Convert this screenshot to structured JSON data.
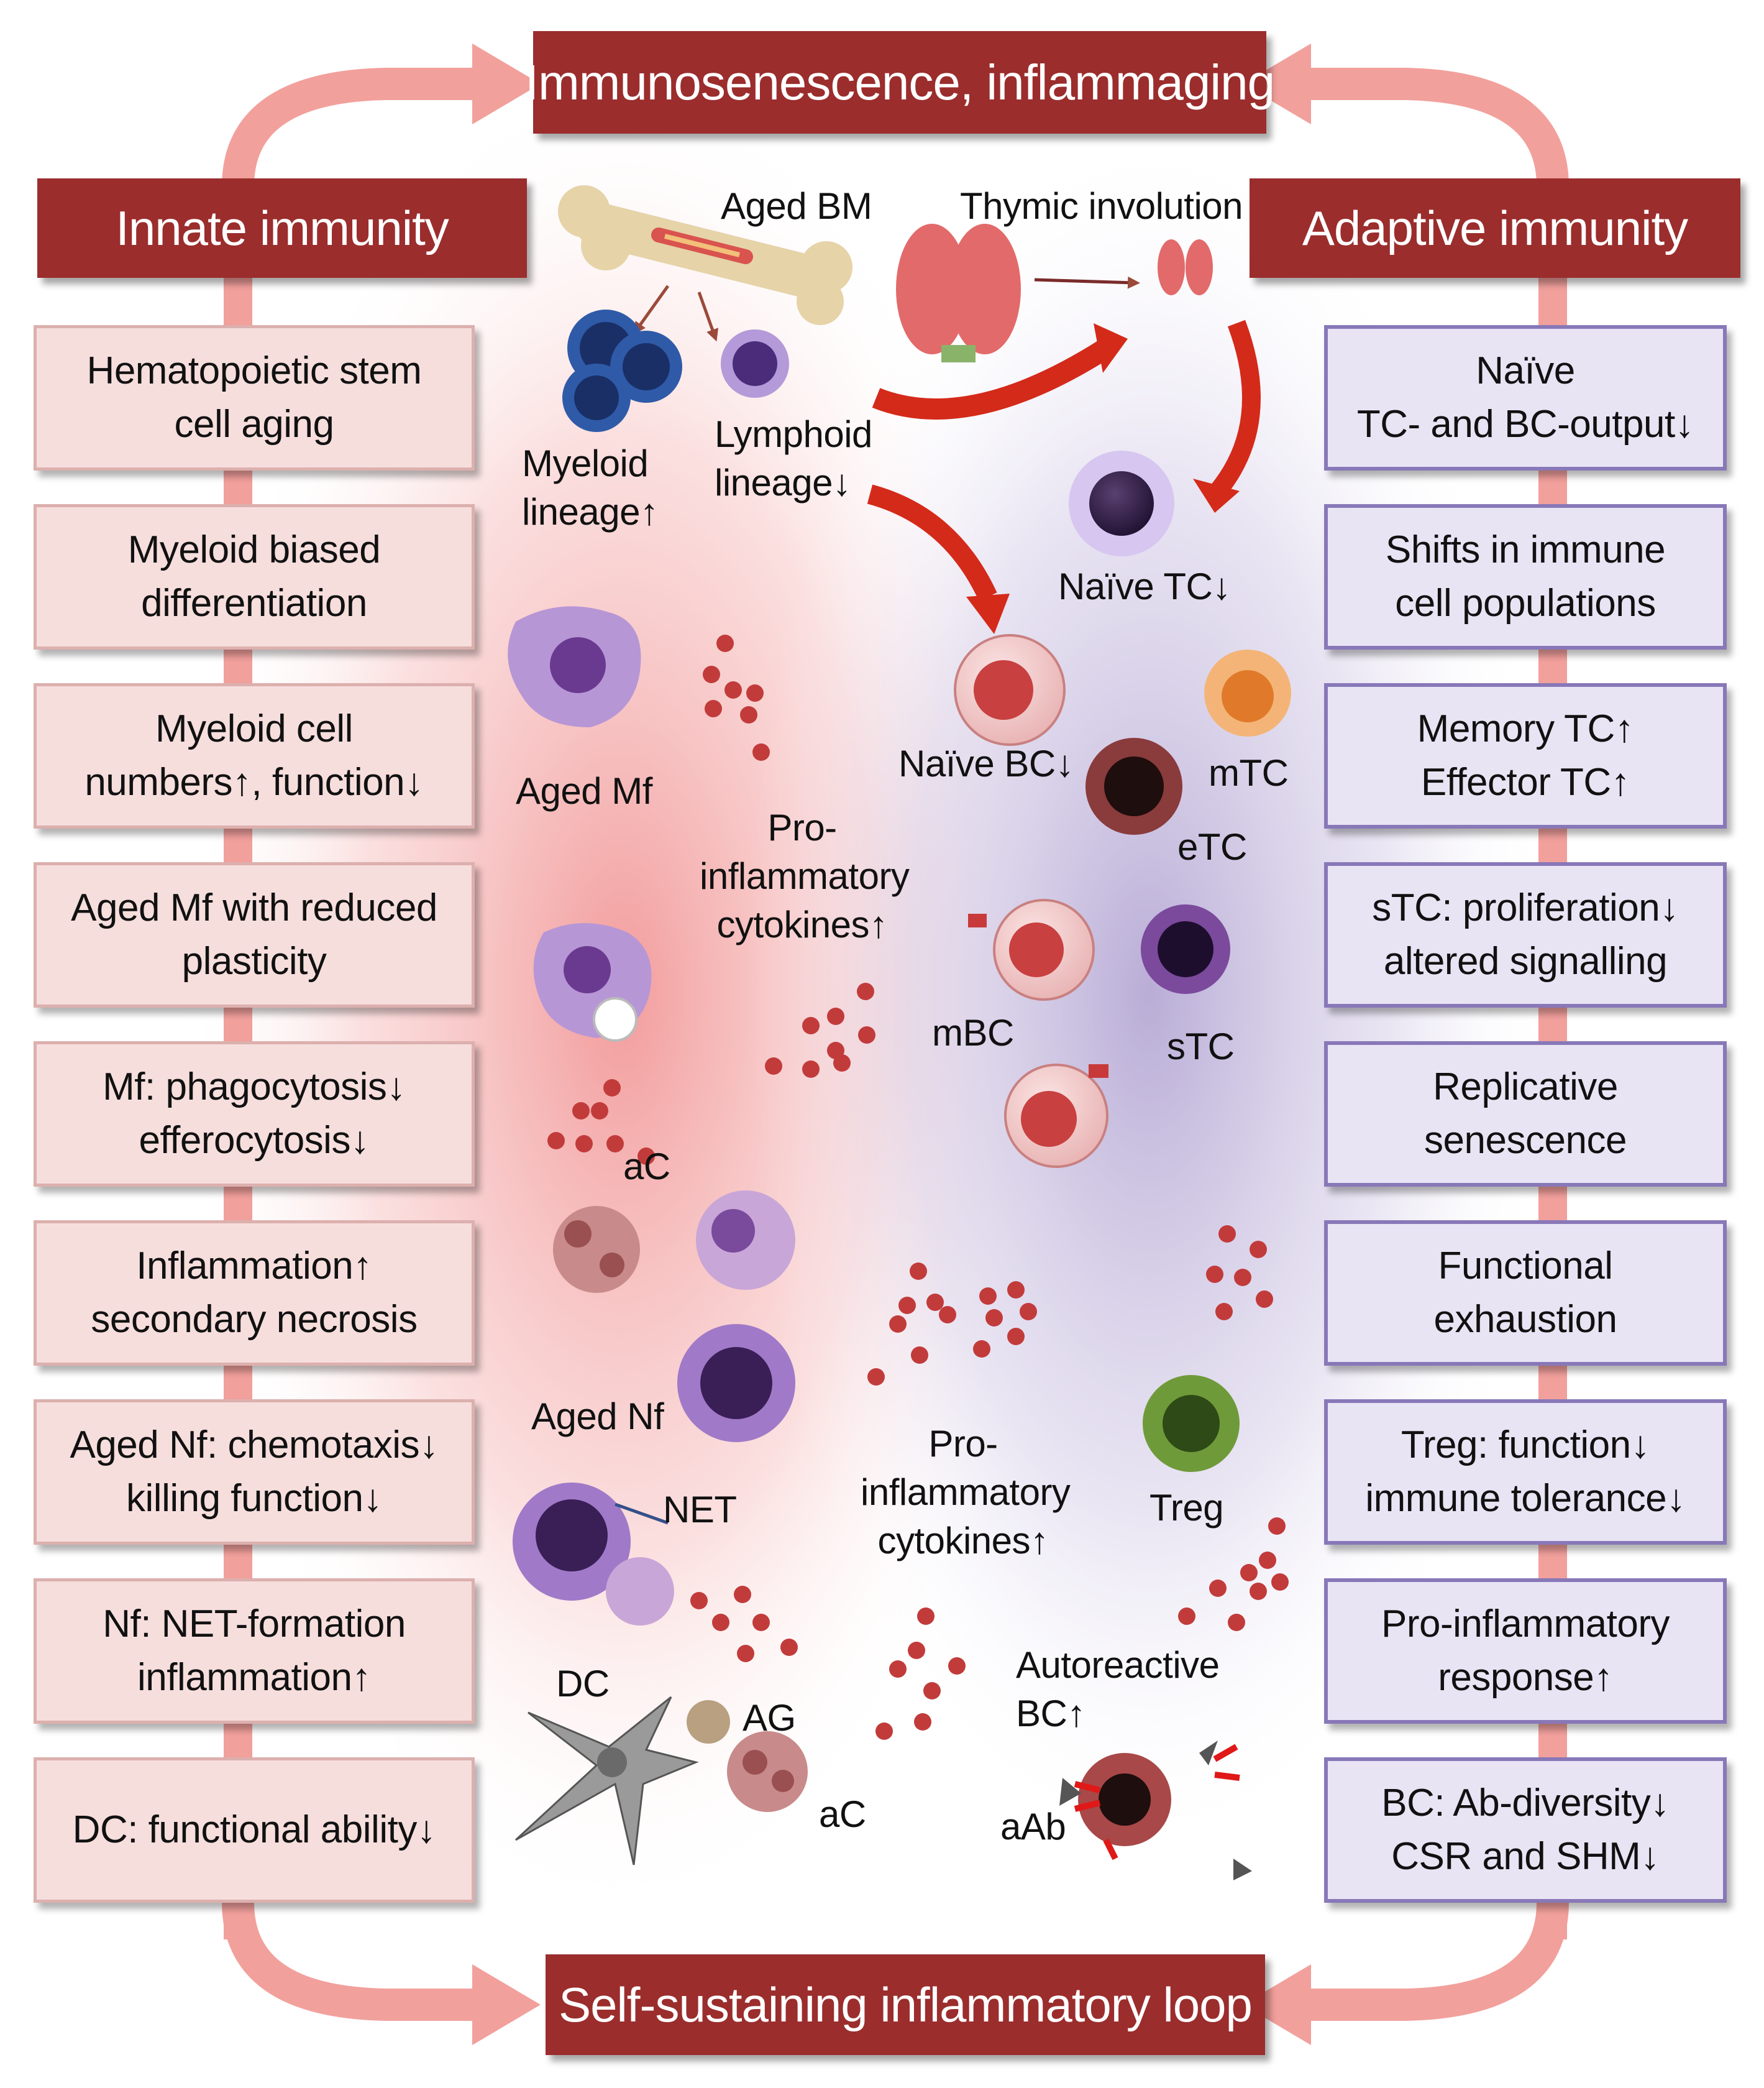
{
  "header_top": "Immunosenescence, inflammaging",
  "header_bottom": "Self-sustaining inflammatory loop",
  "innate": {
    "title": "Innate immunity",
    "items": [
      "Hematopoietic stem\ncell aging",
      "Myeloid biased\ndifferentiation",
      "Myeloid cell\nnumbers↑, function↓",
      "Aged Mf with reduced\nplasticity",
      "Mf: phagocytosis↓\nefferocytosis↓",
      "Inflammation↑\nsecondary necrosis",
      "Aged Nf: chemotaxis↓\nkilling function↓",
      "Nf: NET-formation\ninflammation↑",
      "DC: functional ability↓"
    ]
  },
  "adaptive": {
    "title": "Adaptive immunity",
    "items": [
      "Naïve\nTC- and BC-output↓",
      "Shifts in immune\ncell populations",
      "Memory TC↑\nEffector TC↑",
      "sTC: proliferation↓\naltered signalling",
      "Replicative\nsenescence",
      "Functional\nexhaustion",
      "Treg: function↓\nimmune tolerance↓",
      "Pro-inflammatory\nresponse↑",
      "BC: Ab-diversity↓\nCSR and SHM↓"
    ]
  },
  "labels": {
    "aged_bm": "Aged BM",
    "thymic": "Thymic involution",
    "myeloid": "Myeloid\nlineage↑",
    "lymphoid": "Lymphoid\nlineage↓",
    "naive_tc": "Naïve TC↓",
    "naive_bc": "Naïve BC↓",
    "mtc": "mTC",
    "etc": "eTC",
    "aged_mf": "Aged Mf",
    "cytokines1": "Pro-\ninflammatory\ncytokines↑",
    "mbc": "mBC",
    "stc": "sTC",
    "ac1": "aC",
    "aged_nf": "Aged Nf",
    "cytokines2": "Pro-\ninflammatory\ncytokines↑",
    "treg": "Treg",
    "net": "NET",
    "dc": "DC",
    "ag": "AG",
    "ac2": "aC",
    "autoreactive": "Autoreactive\nBC↑",
    "aab": "aAb"
  },
  "colors": {
    "header": "#9b2d2d",
    "innate_fill": "#f6dedd",
    "adaptive_fill": "#e8e4f4",
    "adaptive_border": "#8878b8",
    "loop_arrow": "#f2a09c",
    "red_arrow": "#d42a1a",
    "cytokine": "#c23b3b"
  }
}
